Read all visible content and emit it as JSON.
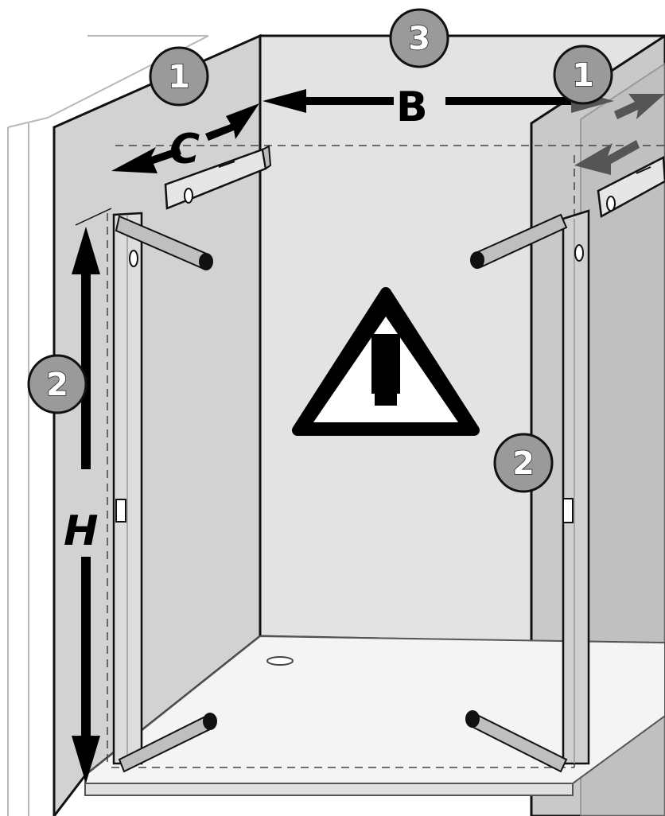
{
  "callouts": [
    {
      "id": "c1-left",
      "label": "1"
    },
    {
      "id": "c1-right",
      "label": "1"
    },
    {
      "id": "c2-left",
      "label": "2"
    },
    {
      "id": "c2-right",
      "label": "2"
    },
    {
      "id": "c3-top",
      "label": "3"
    }
  ],
  "dimensions": {
    "width": "B",
    "depth": "C",
    "height": "H"
  },
  "warning": {
    "symbol": "!"
  },
  "colors": {
    "wall": "#dcdcdc",
    "wall_dark": "#c6c6c6",
    "outline": "#111111",
    "callout_fill": "#9a9a9a",
    "tray": "#f4f4f4"
  }
}
